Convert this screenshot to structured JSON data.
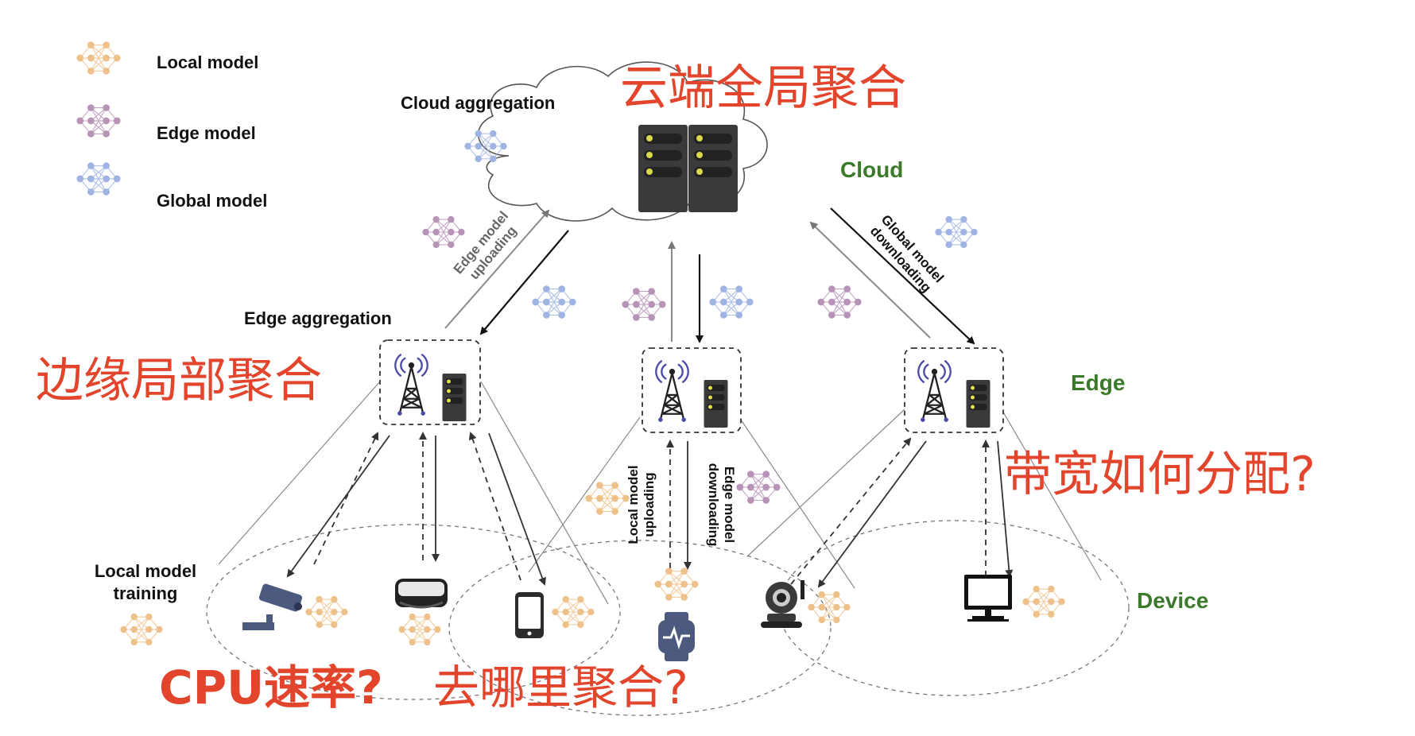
{
  "legend": {
    "local": "Local model",
    "edge": "Edge model",
    "global": "Global model"
  },
  "labels": {
    "cloud_aggregation": "Cloud aggregation",
    "cloud": "Cloud",
    "edge_aggregation": "Edge aggregation",
    "edge": "Edge",
    "device": "Device",
    "local_model_training_line1": "Local model",
    "local_model_training_line2": "training",
    "edge_model_uploading_line1": "Edge model",
    "edge_model_uploading_line2": "uploading",
    "global_model_downloading_line1": "Global model",
    "global_model_downloading_line2": "downloading",
    "local_model_uploading_line1": "Local model",
    "local_model_uploading_line2": "uploading",
    "edge_model_downloading_line1": "Edge model",
    "edge_model_downloading_line2": "downloading"
  },
  "annotations": {
    "cloud_global_aggregation": "云端全局聚合",
    "edge_local_aggregation": "边缘局部聚合",
    "bandwidth_allocation": "带宽如何分配?",
    "cpu_rate": "CPU速率?",
    "where_to_aggregate": "去哪里聚合?"
  },
  "colors": {
    "local_model": "#efc18a",
    "edge_model": "#b893b8",
    "global_model": "#9fb4e2",
    "annotation_red": "#e2452c",
    "label_green": "#3a7a2a"
  },
  "icons": {
    "server": "server-rack-icon",
    "tower": "cell-tower-icon",
    "camera": "cctv-camera-icon",
    "vr": "vr-headset-icon",
    "phone": "smartphone-icon",
    "watch": "smartwatch-icon",
    "webcam": "webcam-icon",
    "monitor": "monitor-icon"
  }
}
